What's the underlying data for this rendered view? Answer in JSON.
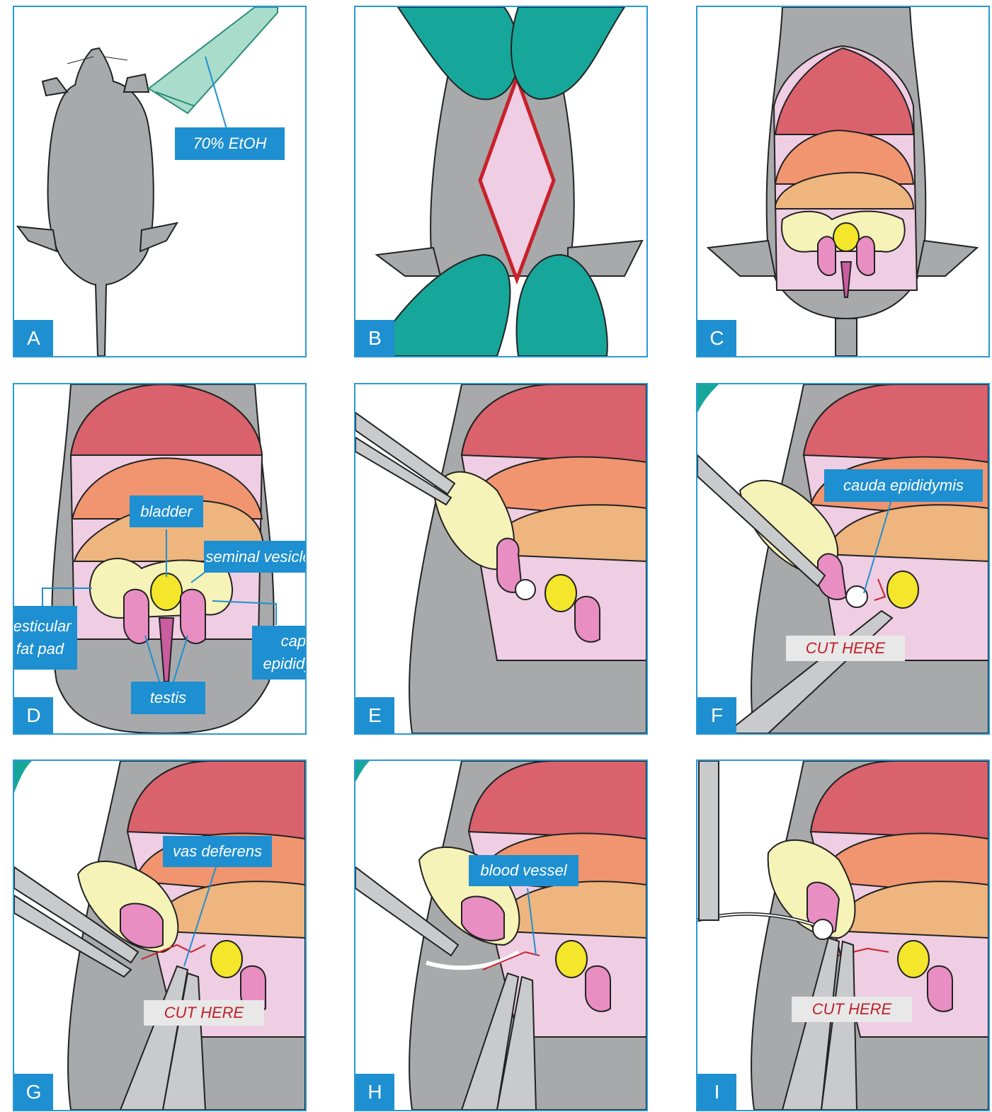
{
  "panels": [
    {
      "id": "A",
      "label": "A",
      "callouts": {
        "ethanol": "70% EtOH"
      }
    },
    {
      "id": "B",
      "label": "B"
    },
    {
      "id": "C",
      "label": "C"
    },
    {
      "id": "D",
      "label": "D",
      "callouts": {
        "bladder": "bladder",
        "seminal_vesicle": "seminal vesicle",
        "testicular_fat_pad": "testicular\nfat pad",
        "caput_epididymis": "caput\nepididymis",
        "testis": "testis"
      }
    },
    {
      "id": "E",
      "label": "E"
    },
    {
      "id": "F",
      "label": "F",
      "callouts": {
        "cauda_epididymis": "cauda epididymis"
      },
      "cut": "CUT HERE"
    },
    {
      "id": "G",
      "label": "G",
      "callouts": {
        "vas_deferens": "vas deferens"
      },
      "cut": "CUT HERE"
    },
    {
      "id": "H",
      "label": "H",
      "callouts": {
        "blood_vessel": "blood vessel"
      }
    },
    {
      "id": "I",
      "label": "I",
      "cut": "CUT HERE"
    }
  ],
  "colors": {
    "frame": "#2a9ad6",
    "label_bg": "#1e8fd0",
    "mouse_gray": "#a7a9ab",
    "liver": "#d9626c",
    "intestine_orange": "#f0956f",
    "intestine_tan": "#eeb57f",
    "fat_pad": "#f6f3b8",
    "testis": "#e88ec2",
    "bladder": "#f4e62a",
    "cavity": "#efcde3",
    "gloves": "#17a69a",
    "incision": "#c8202a",
    "tool": "#c9cacc"
  }
}
